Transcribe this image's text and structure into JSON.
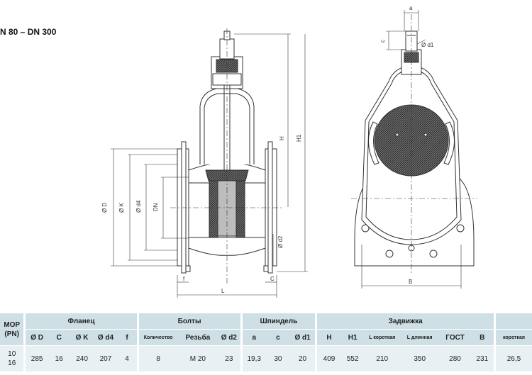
{
  "title": "N 80 – DN 300",
  "dims": {
    "a": "a",
    "c": "c",
    "d1": "Ø d1",
    "H": "H",
    "H1": "H1",
    "D": "Ø D",
    "K": "Ø K",
    "d4": "Ø d4",
    "DN": "DN",
    "d2": "Ø d2",
    "f": "f",
    "L": "L",
    "C": "C",
    "B": "B"
  },
  "table": {
    "groups": {
      "mop": "МОР\n(PN)",
      "flange": "Фланец",
      "bolts": "Болты",
      "spindle": "Шпиндель",
      "valve": "Задвижка"
    },
    "sub": {
      "D": "Ø D",
      "C": "C",
      "K": "Ø K",
      "d4": "Ø d4",
      "f": "f",
      "qty": "Количество",
      "thread": "Резьба",
      "d2": "Ø d2",
      "a": "a",
      "c": "c",
      "d1": "Ø d1",
      "H": "H",
      "H1": "H1",
      "Lshort": "L короткая",
      "Llong": "L длинная",
      "gost": "ГОСТ",
      "B": "B",
      "short": "короткая"
    },
    "row": {
      "pn": "10\n16",
      "D": "285",
      "C": "16",
      "K": "240",
      "d4": "207",
      "f": "4",
      "qty": "8",
      "thread": "M 20",
      "d2": "23",
      "a": "19,3",
      "c": "30",
      "d1": "20",
      "H": "409",
      "H1": "552",
      "Lshort": "210",
      "Llong": "350",
      "gost": "280",
      "B": "231",
      "short": "26,5"
    }
  }
}
